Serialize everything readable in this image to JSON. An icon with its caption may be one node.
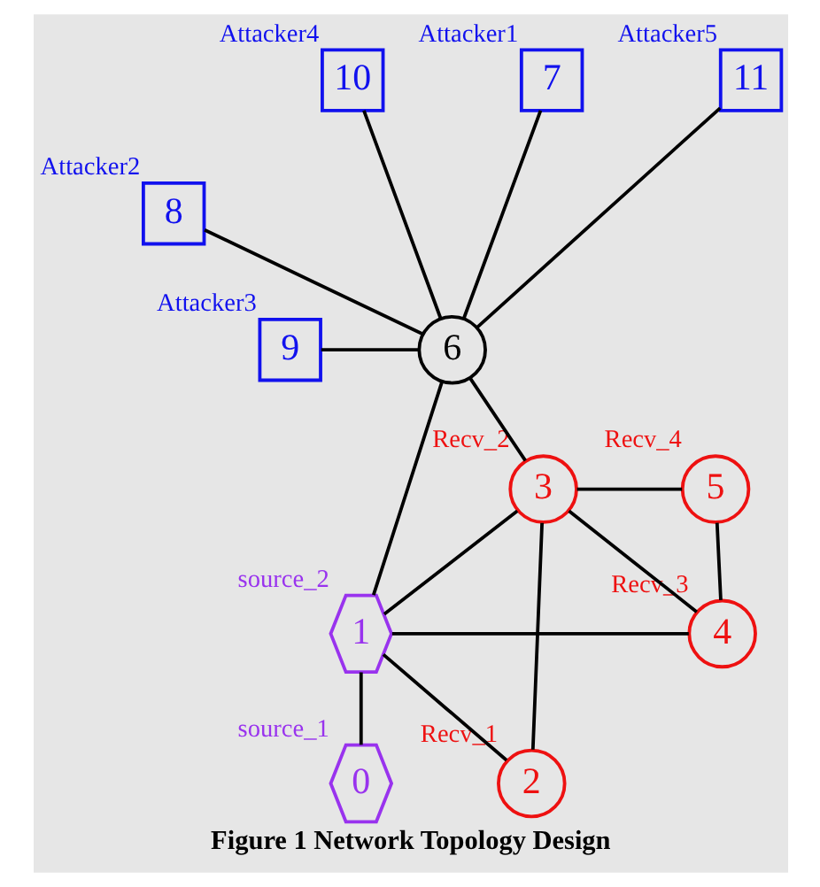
{
  "diagram": {
    "caption": "Figure 1 Network Topology Design",
    "nodes": [
      {
        "text": [
          "0"
        ],
        "beside": [
          "source_1"
        ]
      },
      {
        "text": [
          "1"
        ],
        "beside": [
          "source_2"
        ]
      },
      {
        "text": [
          "2"
        ],
        "beside": [
          "Recv_1"
        ]
      },
      {
        "text": [
          "3"
        ],
        "beside": [
          "Recv_2"
        ]
      },
      {
        "text": [
          "4"
        ],
        "beside": [
          "Recv_3"
        ]
      },
      {
        "text": [
          "5"
        ],
        "beside": [
          "Recv_4"
        ]
      },
      {
        "text": [
          "6"
        ]
      },
      {
        "text": [
          "7"
        ],
        "beside": [
          "Attacker1"
        ]
      },
      {
        "text": [
          "8"
        ],
        "beside": [
          "Attacker2"
        ]
      },
      {
        "text": [
          "9"
        ],
        "beside": [
          "Attacker3"
        ]
      },
      {
        "text": [
          "10"
        ],
        "beside": [
          "Attacker4"
        ]
      },
      {
        "text": [
          "11"
        ],
        "beside": [
          "Attacker5"
        ]
      }
    ],
    "edges": [
      {
        "from": 6,
        "to": 8,
        "arrow": "none"
      },
      {
        "from": 6,
        "to": 10,
        "arrow": "none"
      },
      {
        "from": 6,
        "to": 7,
        "arrow": "none"
      },
      {
        "from": 6,
        "to": 11,
        "arrow": "none"
      },
      {
        "from": 6,
        "to": 9,
        "arrow": "none"
      },
      {
        "from": 6,
        "to": 3,
        "arrow": "none"
      },
      {
        "from": 6,
        "to": 1,
        "arrow": "none"
      },
      {
        "from": 3,
        "to": 1,
        "arrow": "none"
      },
      {
        "from": 3,
        "to": 5,
        "arrow": "none"
      },
      {
        "from": 3,
        "to": 4,
        "arrow": "none"
      },
      {
        "from": 3,
        "to": 2,
        "arrow": "none"
      },
      {
        "from": 5,
        "to": 4,
        "arrow": "none"
      },
      {
        "from": 1,
        "to": 4,
        "arrow": "none"
      },
      {
        "from": 1,
        "to": 2,
        "arrow": "none"
      },
      {
        "from": 0,
        "to": 1,
        "arrow": "none"
      }
    ]
  }
}
